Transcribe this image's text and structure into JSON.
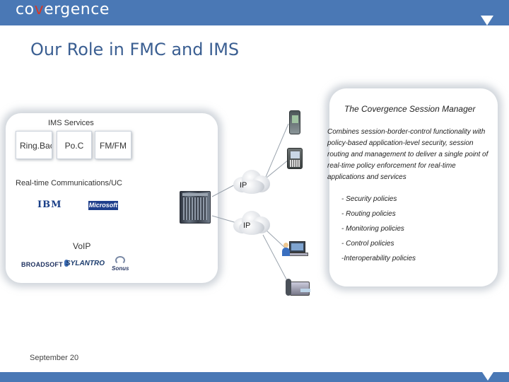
{
  "header": {
    "logo_prefix": "co",
    "logo_v": "v",
    "logo_suffix": "ergence",
    "brand_color": "#4a78b5"
  },
  "page_title": "Our Role in FMC and IMS",
  "left_panel": {
    "ims_services_label": "IMS Services",
    "services": [
      "Ring.Bac",
      "Po.C",
      "FM/FM"
    ],
    "rtc_label": "Real-time Communications/UC",
    "voip_label": "VoIP",
    "vendors": {
      "ibm": "IBM",
      "microsoft": "Microsoft",
      "broadsoft": "BROADSOFT",
      "sylantro": "SYLANTRO",
      "sonus": "Sonus"
    }
  },
  "network": {
    "cloud_top_label": "IP",
    "cloud_bottom_label": "IP"
  },
  "right_panel": {
    "title": "The Covergence Session Manager",
    "description": "Combines session-border-control functionality with policy-based application-level security, session routing and management to deliver a single point of real-time policy enforcement for real-time applications and services",
    "policies": [
      "- Security policies",
      "- Routing policies",
      "- Monitoring policies",
      "- Control policies",
      "-Interoperability policies"
    ]
  },
  "footer": {
    "date": "September 20"
  }
}
